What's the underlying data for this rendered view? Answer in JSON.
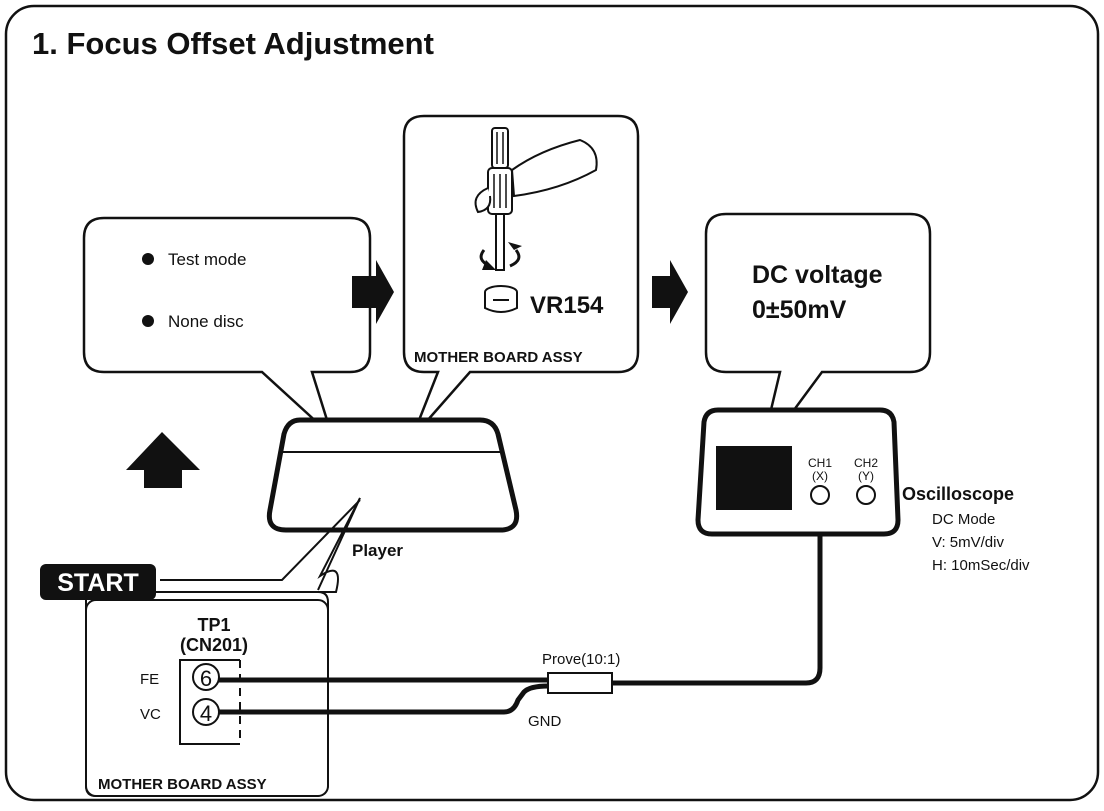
{
  "title": "1. Focus Offset Adjustment",
  "conditions": {
    "items": [
      "Test mode",
      "None disc"
    ]
  },
  "adjuster": {
    "control": "VR154",
    "board": "MOTHER BOARD ASSY"
  },
  "measurement": {
    "line1": "DC voltage",
    "line2": "0±50mV"
  },
  "player": {
    "label": "Player"
  },
  "start": {
    "label": "START"
  },
  "test_point": {
    "name": "TP1",
    "connector": "(CN201)",
    "pins": [
      {
        "signal": "FE",
        "pin": "6"
      },
      {
        "signal": "VC",
        "pin": "4"
      }
    ],
    "board": "MOTHER BOARD ASSY"
  },
  "probe": {
    "label": "Prove(10:1)",
    "ground": "GND"
  },
  "oscilloscope": {
    "name": "Oscilloscope",
    "ch1": "CH1",
    "ch1_axis": "(X)",
    "ch2": "CH2",
    "ch2_axis": "(Y)",
    "settings": [
      "DC Mode",
      "V: 5mV/div",
      "H: 10mSec/div"
    ]
  },
  "colors": {
    "ink": "#111111",
    "paper": "#ffffff"
  }
}
